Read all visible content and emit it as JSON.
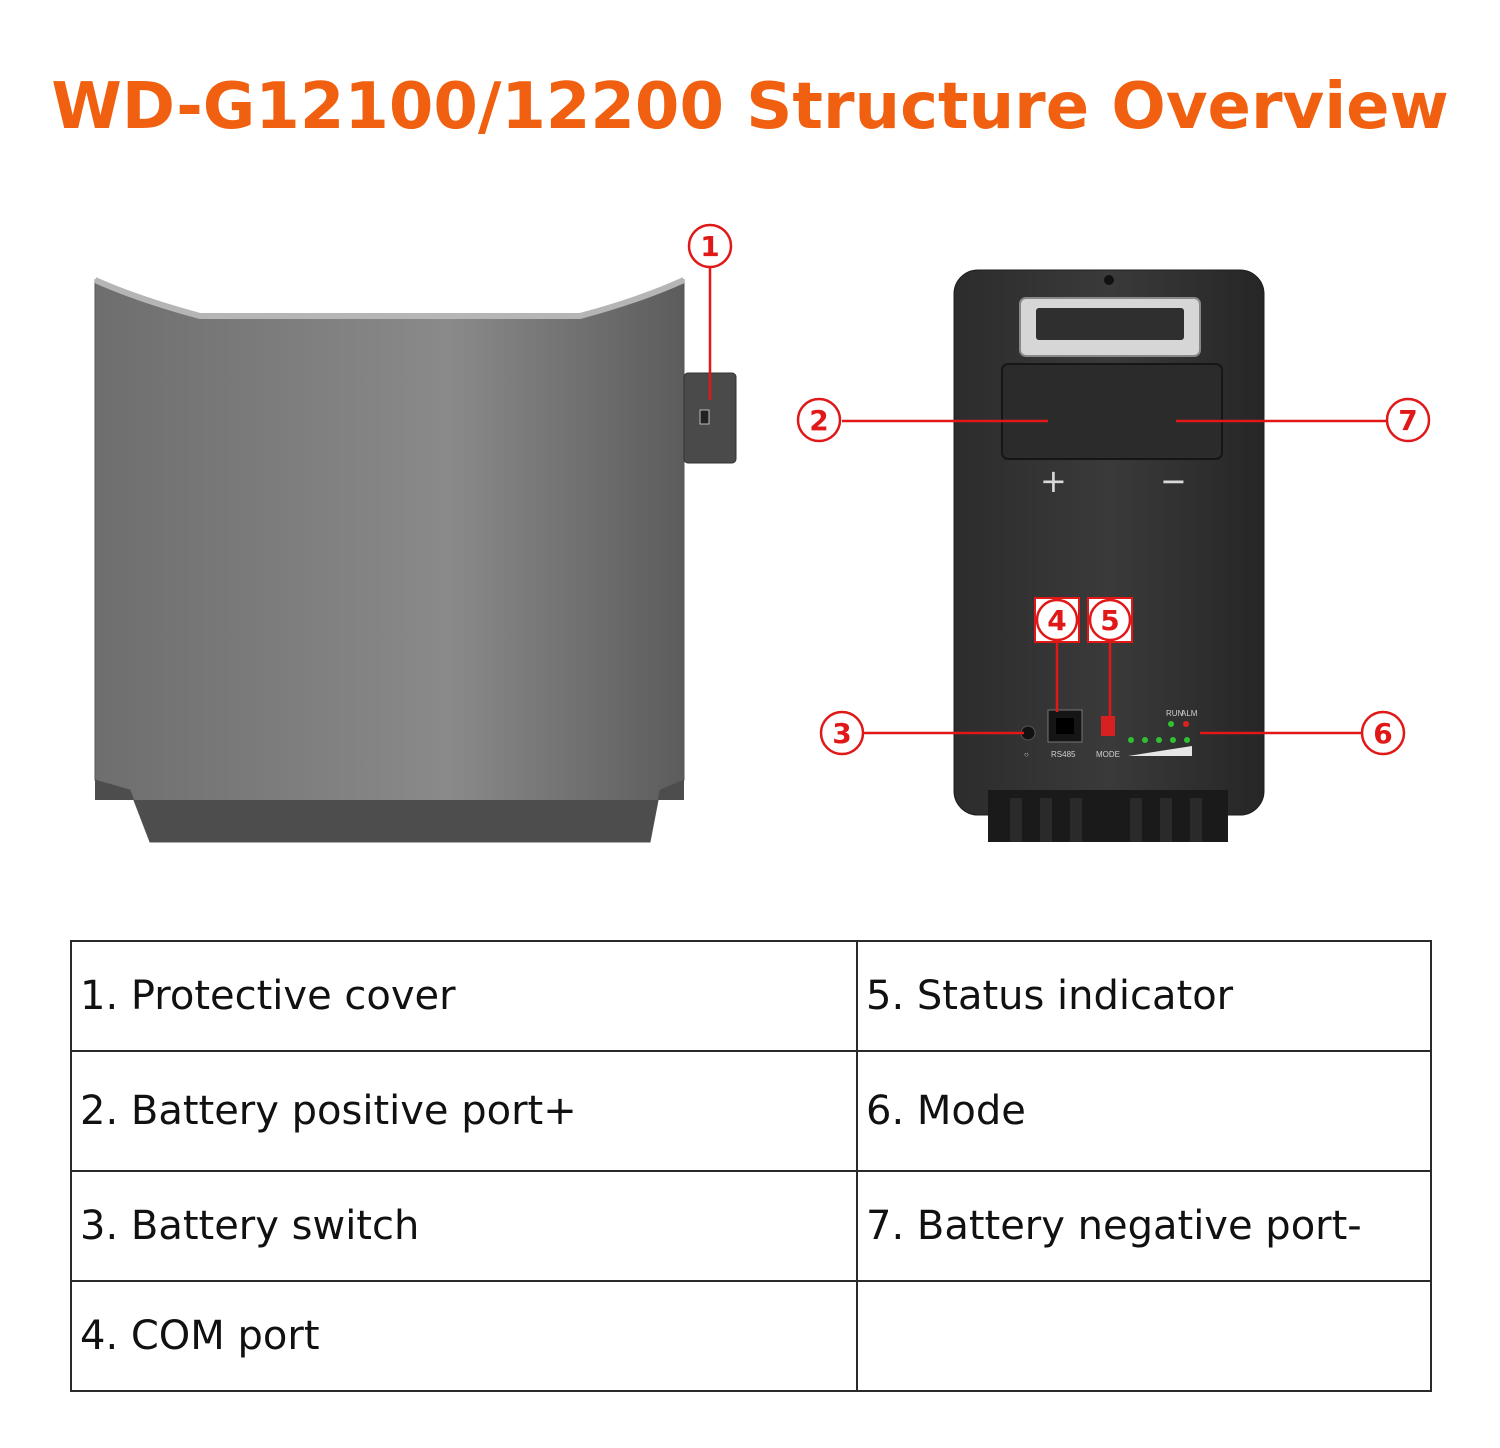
{
  "title": "WD-G12100/12200 Structure Overview",
  "callouts": [
    "1",
    "2",
    "3",
    "4",
    "5",
    "6",
    "7"
  ],
  "panel_labels": {
    "positive": "+",
    "negative": "−",
    "power": "○",
    "rs485": "RS485",
    "mode": "MODE",
    "run": "RUN",
    "alm": "ALM"
  },
  "legend": [
    [
      "1. Protective cover",
      "5. Status indicator"
    ],
    [
      "2. Battery positive port+",
      "6. Mode"
    ],
    [
      "3. Battery switch",
      "7. Battery negative port-"
    ],
    [
      "4. COM port",
      ""
    ]
  ],
  "colors": {
    "title": "#f06010",
    "callout": "#e01818"
  }
}
